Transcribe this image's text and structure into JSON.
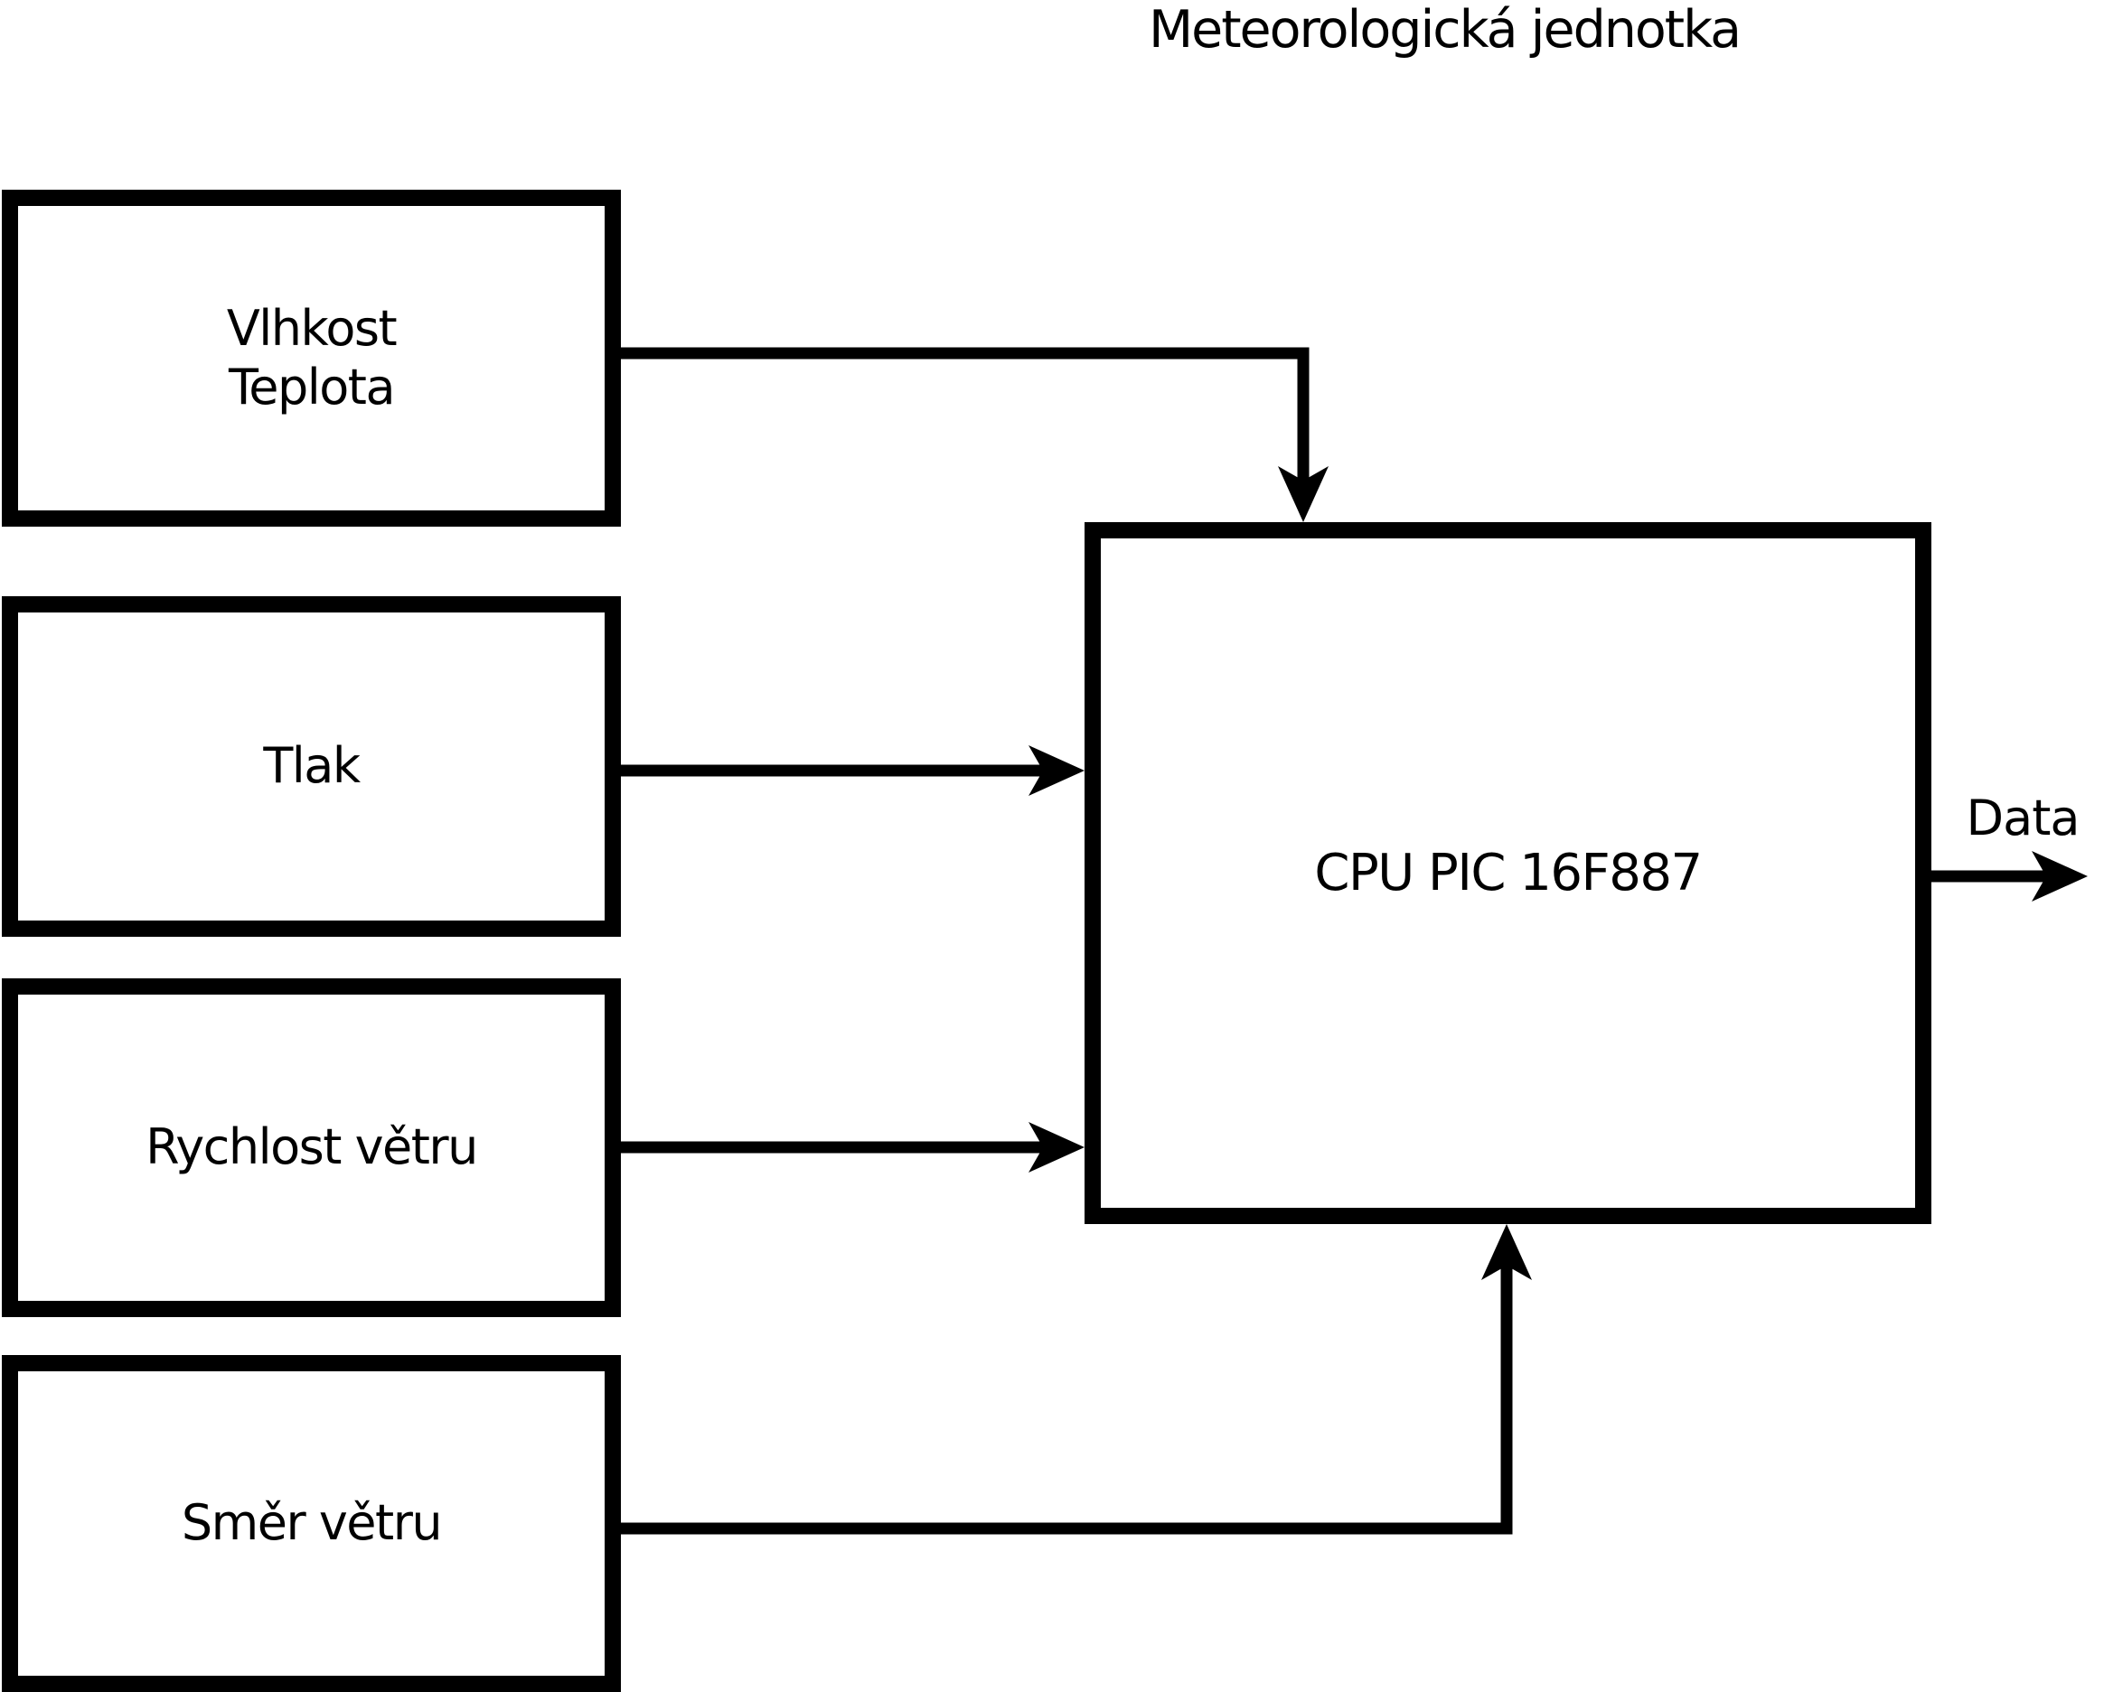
{
  "title": "Meteorologická jednotka",
  "boxes": [
    {
      "id": "vlhkost-teplota",
      "lines": [
        "Vlhkost",
        "Teplota"
      ]
    },
    {
      "id": "tlak",
      "lines": [
        "Tlak"
      ]
    },
    {
      "id": "rychlost-vetru",
      "lines": [
        "Rychlost větru"
      ]
    },
    {
      "id": "smer-vetru",
      "lines": [
        "Směr větru"
      ]
    }
  ],
  "cpu": {
    "label": "CPU PIC 16F887"
  },
  "output": {
    "label": "Data"
  },
  "colors": {
    "ink": "#000000",
    "background": "#ffffff"
  }
}
